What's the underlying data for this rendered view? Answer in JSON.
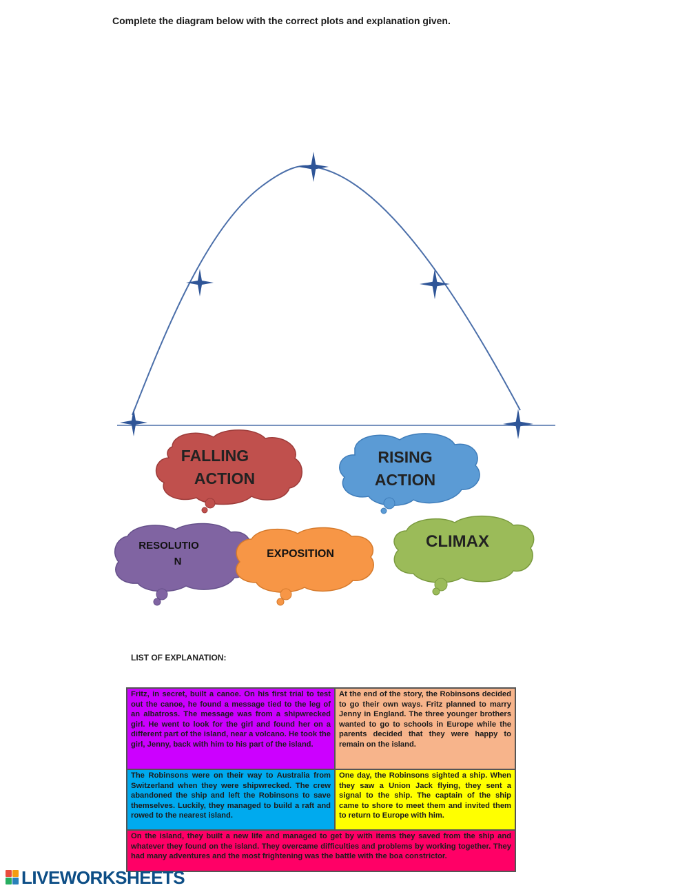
{
  "instruction": "Complete the diagram below with the correct plots and explanation given.",
  "bubbles": {
    "falling_action": {
      "line1": "FALLING",
      "line2": "ACTION",
      "color": "#c0504d"
    },
    "rising_action": {
      "line1": "RISING",
      "line2": "ACTION",
      "color": "#5b9bd5"
    },
    "resolution": {
      "line1": "RESOLUTIO",
      "line2": "N",
      "color": "#8064a2"
    },
    "exposition": {
      "line1": "EXPOSITION",
      "color": "#f79646"
    },
    "climax": {
      "line1": "CLIMAX",
      "color": "#9bbb59"
    }
  },
  "list_title": "LIST OF EXPLANATION:",
  "explanations": {
    "cell1": "Fritz, in secret, built a canoe. On his first trial to test out the canoe, he found a message tied to the leg of an albatross. The message was from a shipwrecked girl. He went to look for the girl and found her on a different part of the island, near a volcano. He took the girl, Jenny, back with him to his part of the island.",
    "cell2": "At the end of the story, the Robinsons decided to go their own ways. Fritz planned to marry Jenny in England. The three younger brothers wanted to go to schools in Europe while the parents decided that they were happy to remain on the island.",
    "cell3": "The Robinsons were on their way to Australia from Switzerland when they were shipwrecked. The crew abandoned the ship and left the Robinsons to save themselves. Luckily, they managed to build a raft and rowed to the nearest island.",
    "cell4": "One day, the Robinsons sighted a ship. When they saw a Union Jack flying, they sent a signal to the ship. The captain of the ship came to shore to meet them and invited them to return to Europe with him.",
    "cell5": "On the island, they built a new life and managed to get by with items they saved from the ship and whatever they found on the island. They overcame difficulties and problems by working together. They had many adventures and the most frightening was the battle with the boa constrictor."
  },
  "colors": {
    "arc": "#4a6ea9",
    "cell1": "#cc00ff",
    "cell2": "#f7b48b",
    "cell3": "#00aaee",
    "cell4": "#ffff00",
    "cell5": "#ff0066"
  },
  "logo": {
    "text": "LIVEWORKSHEETS"
  }
}
